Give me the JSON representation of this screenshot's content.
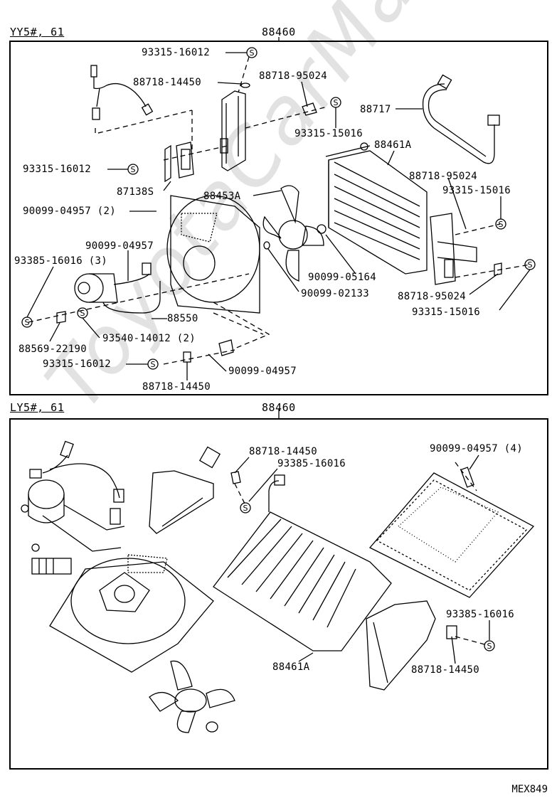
{
  "top": {
    "model": "YY5#, 61",
    "assembly": "88460",
    "labels": {
      "l1": "93315-16012",
      "l2": "88718-14450",
      "l3": "88718-95024",
      "l4": "88717",
      "l5": "93315-15016",
      "l6": "88461A",
      "l7": "93315-16012",
      "l8": "87138S",
      "l9": "88453A",
      "l10": "88718-95024",
      "l11": "93315-15016",
      "l12": "90099-04957 (2)",
      "l13": "90099-04957",
      "l14": "93385-16016 (3)",
      "l15": "90099-05164",
      "l16": "90099-02133",
      "l17": "88718-95024",
      "l18": "93315-15016",
      "l19": "88550",
      "l20": "93540-14012 (2)",
      "l21": "88569-22190",
      "l22": "93315-16012",
      "l23": "90099-04957",
      "l24": "88718-14450"
    }
  },
  "bottom": {
    "model": "LY5#, 61",
    "assembly": "88460",
    "labels": {
      "b1": "88718-14450",
      "b2": "93385-16016",
      "b3": "90099-04957 (4)",
      "b4": "93385-16016",
      "b5": "88718-14450",
      "b6": "88461A"
    }
  },
  "watermark": "ToyotaCarMan.ru",
  "figure_code": "MEX849"
}
